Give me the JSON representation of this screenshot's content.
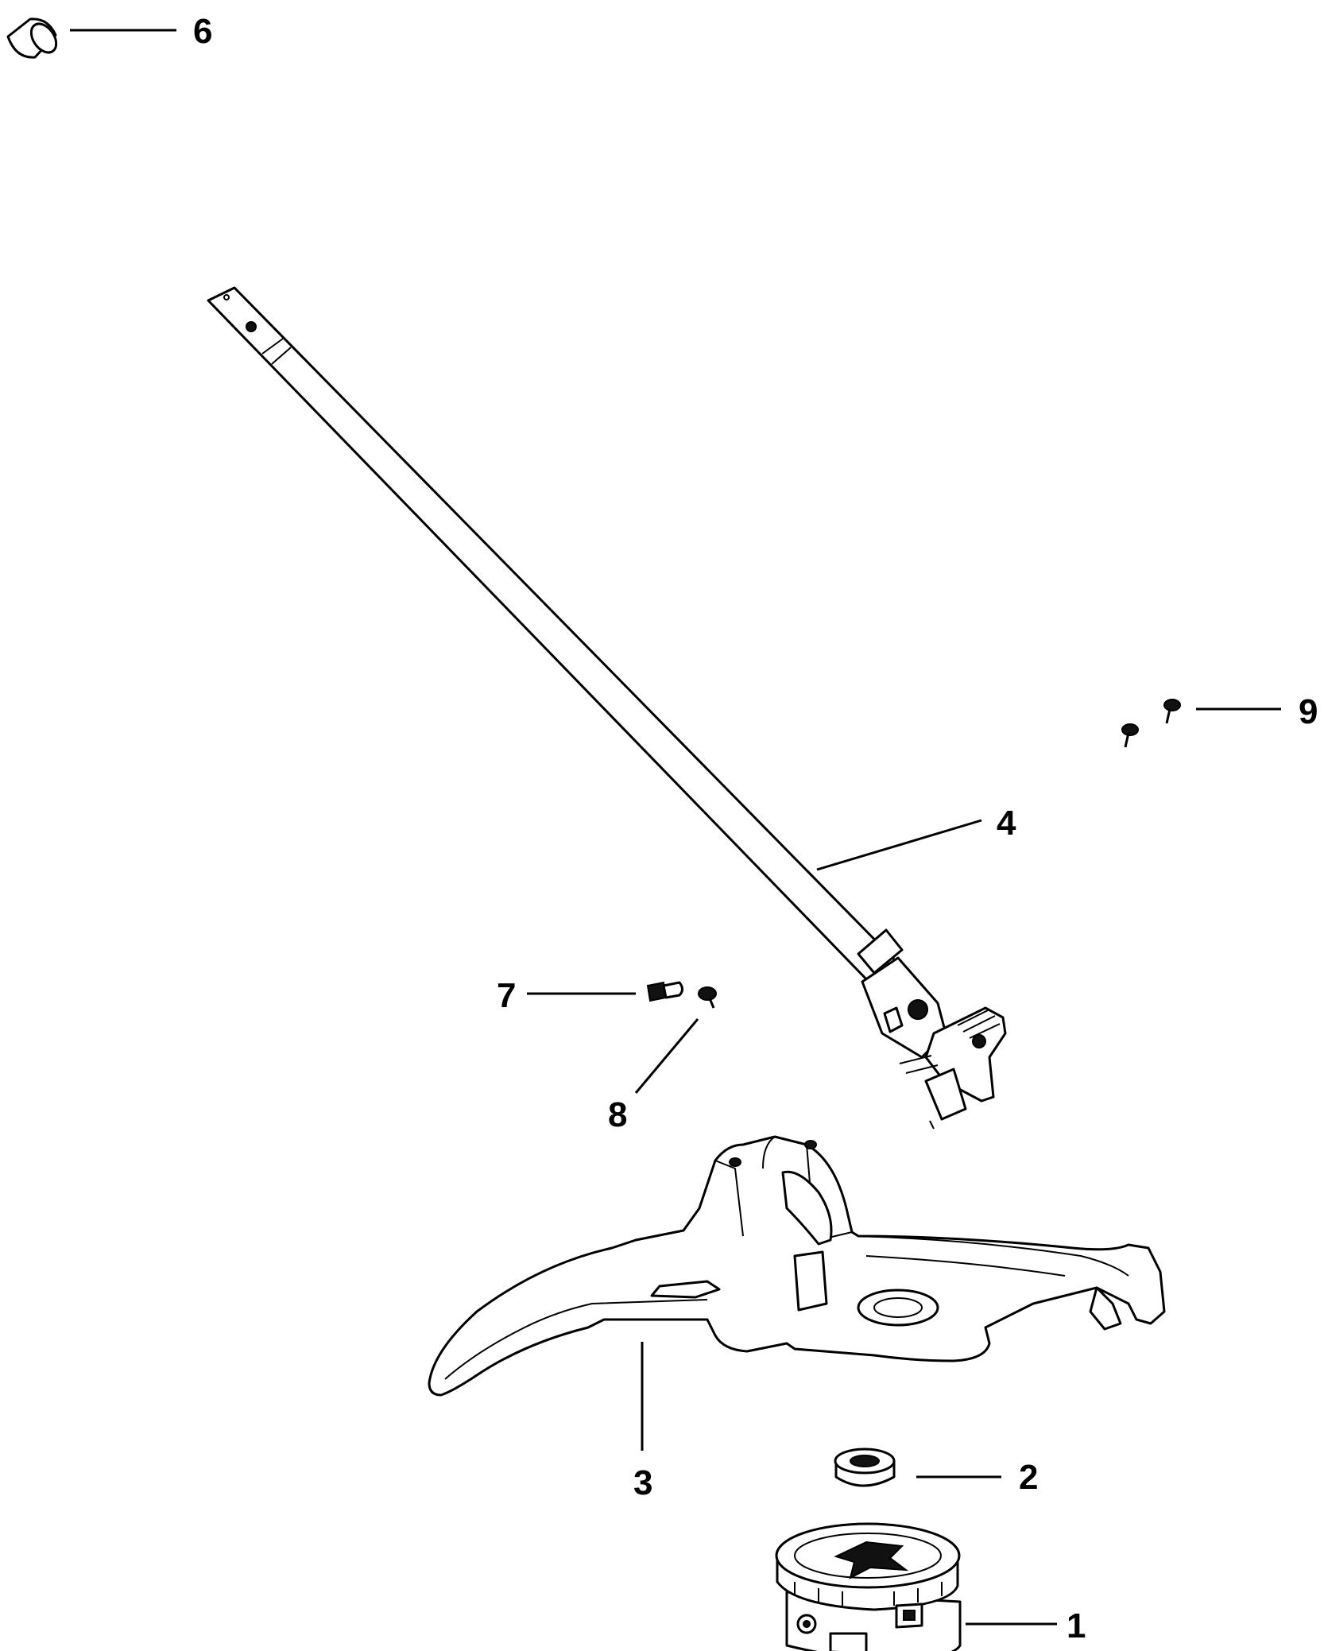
{
  "diagram": {
    "callouts": [
      {
        "id": "part-1",
        "label": "1"
      },
      {
        "id": "part-2",
        "label": "2"
      },
      {
        "id": "part-3",
        "label": "3"
      },
      {
        "id": "part-4",
        "label": "4"
      },
      {
        "id": "part-6",
        "label": "6"
      },
      {
        "id": "part-7",
        "label": "7"
      },
      {
        "id": "part-8",
        "label": "8"
      },
      {
        "id": "part-9",
        "label": "9"
      }
    ],
    "colors": {
      "line": "#000000",
      "background": "#ffffff"
    }
  }
}
